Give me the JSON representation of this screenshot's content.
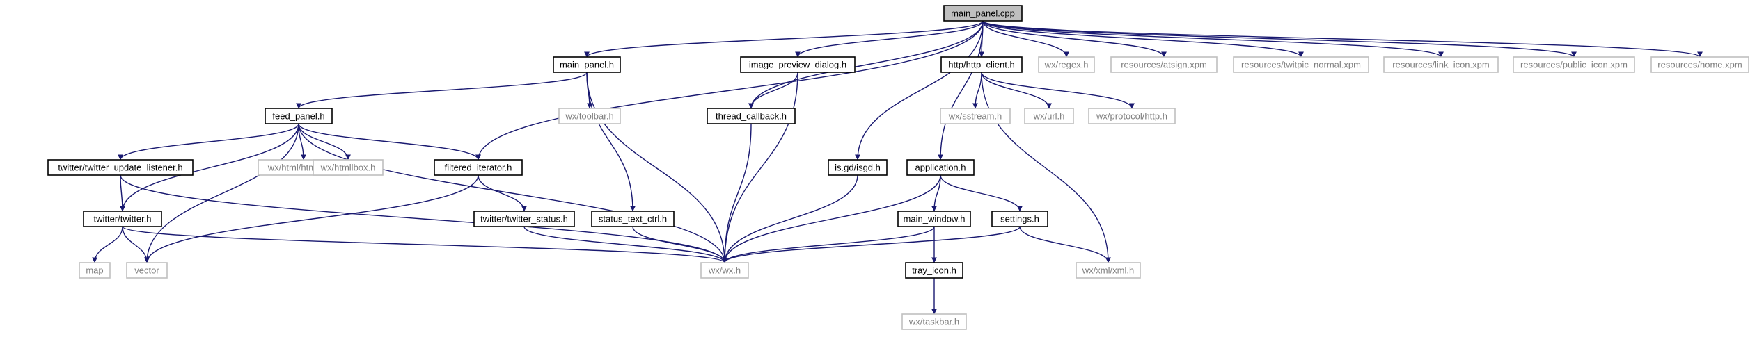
{
  "colors": {
    "edge": "#191970",
    "root_fill": "#bfbfbf",
    "node_fill": "#ffffff",
    "strong_border": "#000000",
    "weak_border": "#bfbfbf",
    "strong_text": "#000000",
    "weak_text": "#7f7f7f"
  },
  "nodes": [
    {
      "id": "main_panel_cpp",
      "label": "main_panel.cpp",
      "kind": "root"
    },
    {
      "id": "main_panel_h",
      "label": "main_panel.h",
      "kind": "strong"
    },
    {
      "id": "image_preview_dialog_h",
      "label": "image_preview_dialog.h",
      "kind": "strong"
    },
    {
      "id": "http_client_h",
      "label": "http/http_client.h",
      "kind": "strong"
    },
    {
      "id": "wx_regex_h",
      "label": "wx/regex.h",
      "kind": "weak"
    },
    {
      "id": "res_atsign",
      "label": "resources/atsign.xpm",
      "kind": "weak"
    },
    {
      "id": "res_twitpic",
      "label": "resources/twitpic_normal.xpm",
      "kind": "weak"
    },
    {
      "id": "res_link_icon",
      "label": "resources/link_icon.xpm",
      "kind": "weak"
    },
    {
      "id": "res_public_icon",
      "label": "resources/public_icon.xpm",
      "kind": "weak"
    },
    {
      "id": "res_home",
      "label": "resources/home.xpm",
      "kind": "weak"
    },
    {
      "id": "feed_panel_h",
      "label": "feed_panel.h",
      "kind": "strong"
    },
    {
      "id": "wx_toolbar_h",
      "label": "wx/toolbar.h",
      "kind": "weak"
    },
    {
      "id": "thread_callback_h",
      "label": "thread_callback.h",
      "kind": "strong"
    },
    {
      "id": "wx_sstream_h",
      "label": "wx/sstream.h",
      "kind": "weak"
    },
    {
      "id": "wx_url_h",
      "label": "wx/url.h",
      "kind": "weak"
    },
    {
      "id": "wx_protocol_http_h",
      "label": "wx/protocol/http.h",
      "kind": "weak"
    },
    {
      "id": "twitter_update_listener_h",
      "label": "twitter/twitter_update_listener.h",
      "kind": "strong"
    },
    {
      "id": "wx_html_htmlwin_h",
      "label": "wx/html/htmlwin.h",
      "kind": "weak"
    },
    {
      "id": "wx_htmllbox_h",
      "label": "wx/htmllbox.h",
      "kind": "weak"
    },
    {
      "id": "filtered_iterator_h",
      "label": "filtered_iterator.h",
      "kind": "strong"
    },
    {
      "id": "isgd_h",
      "label": "is.gd/isgd.h",
      "kind": "strong"
    },
    {
      "id": "application_h",
      "label": "application.h",
      "kind": "strong"
    },
    {
      "id": "twitter_h",
      "label": "twitter/twitter.h",
      "kind": "strong"
    },
    {
      "id": "twitter_status_h",
      "label": "twitter/twitter_status.h",
      "kind": "strong"
    },
    {
      "id": "status_text_ctrl_h",
      "label": "status_text_ctrl.h",
      "kind": "strong"
    },
    {
      "id": "main_window_h",
      "label": "main_window.h",
      "kind": "strong"
    },
    {
      "id": "settings_h",
      "label": "settings.h",
      "kind": "strong"
    },
    {
      "id": "map",
      "label": "map",
      "kind": "weak"
    },
    {
      "id": "vector",
      "label": "vector",
      "kind": "weak"
    },
    {
      "id": "wx_wx_h",
      "label": "wx/wx.h",
      "kind": "weak"
    },
    {
      "id": "wx_xml_xml_h",
      "label": "wx/xml/xml.h",
      "kind": "weak"
    },
    {
      "id": "tray_icon_h",
      "label": "tray_icon.h",
      "kind": "strong"
    },
    {
      "id": "wx_taskbar_h",
      "label": "wx/taskbar.h",
      "kind": "weak"
    }
  ],
  "edges": [
    [
      "main_panel_cpp",
      "main_panel_h"
    ],
    [
      "main_panel_cpp",
      "image_preview_dialog_h"
    ],
    [
      "main_panel_cpp",
      "thread_callback_h"
    ],
    [
      "main_panel_cpp",
      "filtered_iterator_h"
    ],
    [
      "main_panel_cpp",
      "isgd_h"
    ],
    [
      "main_panel_cpp",
      "application_h"
    ],
    [
      "main_panel_cpp",
      "http_client_h"
    ],
    [
      "main_panel_cpp",
      "wx_regex_h"
    ],
    [
      "main_panel_cpp",
      "res_atsign"
    ],
    [
      "main_panel_cpp",
      "res_twitpic"
    ],
    [
      "main_panel_cpp",
      "res_link_icon"
    ],
    [
      "main_panel_cpp",
      "res_public_icon"
    ],
    [
      "main_panel_cpp",
      "res_home"
    ],
    [
      "main_panel_h",
      "feed_panel_h"
    ],
    [
      "main_panel_h",
      "wx_toolbar_h"
    ],
    [
      "main_panel_h",
      "status_text_ctrl_h"
    ],
    [
      "main_panel_h",
      "wx_wx_h"
    ],
    [
      "image_preview_dialog_h",
      "thread_callback_h"
    ],
    [
      "image_preview_dialog_h",
      "wx_wx_h"
    ],
    [
      "thread_callback_h",
      "wx_wx_h"
    ],
    [
      "http_client_h",
      "wx_sstream_h"
    ],
    [
      "http_client_h",
      "wx_url_h"
    ],
    [
      "http_client_h",
      "wx_protocol_http_h"
    ],
    [
      "http_client_h",
      "wx_xml_xml_h"
    ],
    [
      "feed_panel_h",
      "twitter_update_listener_h"
    ],
    [
      "feed_panel_h",
      "twitter_h"
    ],
    [
      "feed_panel_h",
      "wx_html_htmlwin_h"
    ],
    [
      "feed_panel_h",
      "wx_htmllbox_h"
    ],
    [
      "feed_panel_h",
      "filtered_iterator_h"
    ],
    [
      "feed_panel_h",
      "vector"
    ],
    [
      "feed_panel_h",
      "wx_wx_h"
    ],
    [
      "twitter_update_listener_h",
      "twitter_h"
    ],
    [
      "twitter_update_listener_h",
      "wx_wx_h"
    ],
    [
      "filtered_iterator_h",
      "twitter_status_h"
    ],
    [
      "filtered_iterator_h",
      "vector"
    ],
    [
      "twitter_h",
      "map"
    ],
    [
      "twitter_h",
      "vector"
    ],
    [
      "twitter_h",
      "wx_wx_h"
    ],
    [
      "twitter_status_h",
      "wx_wx_h"
    ],
    [
      "status_text_ctrl_h",
      "wx_wx_h"
    ],
    [
      "isgd_h",
      "wx_wx_h"
    ],
    [
      "application_h",
      "main_window_h"
    ],
    [
      "application_h",
      "settings_h"
    ],
    [
      "application_h",
      "wx_wx_h"
    ],
    [
      "main_window_h",
      "tray_icon_h"
    ],
    [
      "main_window_h",
      "wx_wx_h"
    ],
    [
      "settings_h",
      "wx_xml_xml_h"
    ],
    [
      "settings_h",
      "wx_wx_h"
    ],
    [
      "tray_icon_h",
      "wx_taskbar_h"
    ]
  ]
}
